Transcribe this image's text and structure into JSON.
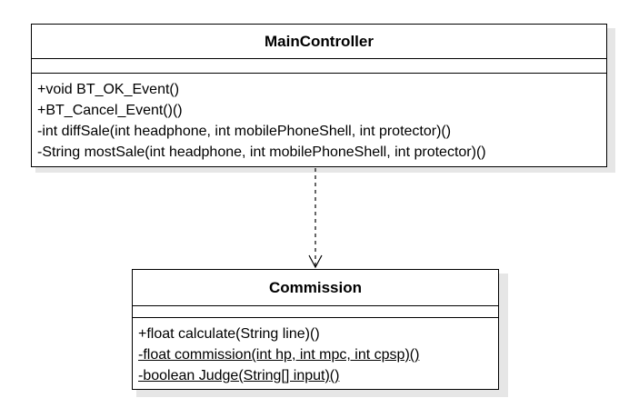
{
  "diagram": {
    "classes": [
      {
        "name": "MainController",
        "attributes": [],
        "operations": [
          {
            "text": "+void BT_OK_Event()",
            "static": false
          },
          {
            "text": "+BT_Cancel_Event()()",
            "static": false
          },
          {
            "text": "-int diffSale(int headphone, int mobilePhoneShell, int protector)()",
            "static": false
          },
          {
            "text": "-String mostSale(int headphone, int mobilePhoneShell, int protector)()",
            "static": false
          }
        ]
      },
      {
        "name": "Commission",
        "attributes": [],
        "operations": [
          {
            "text": "+float calculate(String line)()",
            "static": false
          },
          {
            "text": "-float commission(int hp, int mpc, int cpsp)()",
            "static": true
          },
          {
            "text": "-boolean Judge(String[] input)()",
            "static": true
          }
        ]
      }
    ],
    "relationships": [
      {
        "type": "dependency",
        "from": "MainController",
        "to": "Commission",
        "line_style": "dashed",
        "arrowhead": "open"
      }
    ],
    "colors": {
      "line": "#000000",
      "fill": "#ffffff",
      "shadow": "#e6e6e6"
    }
  }
}
